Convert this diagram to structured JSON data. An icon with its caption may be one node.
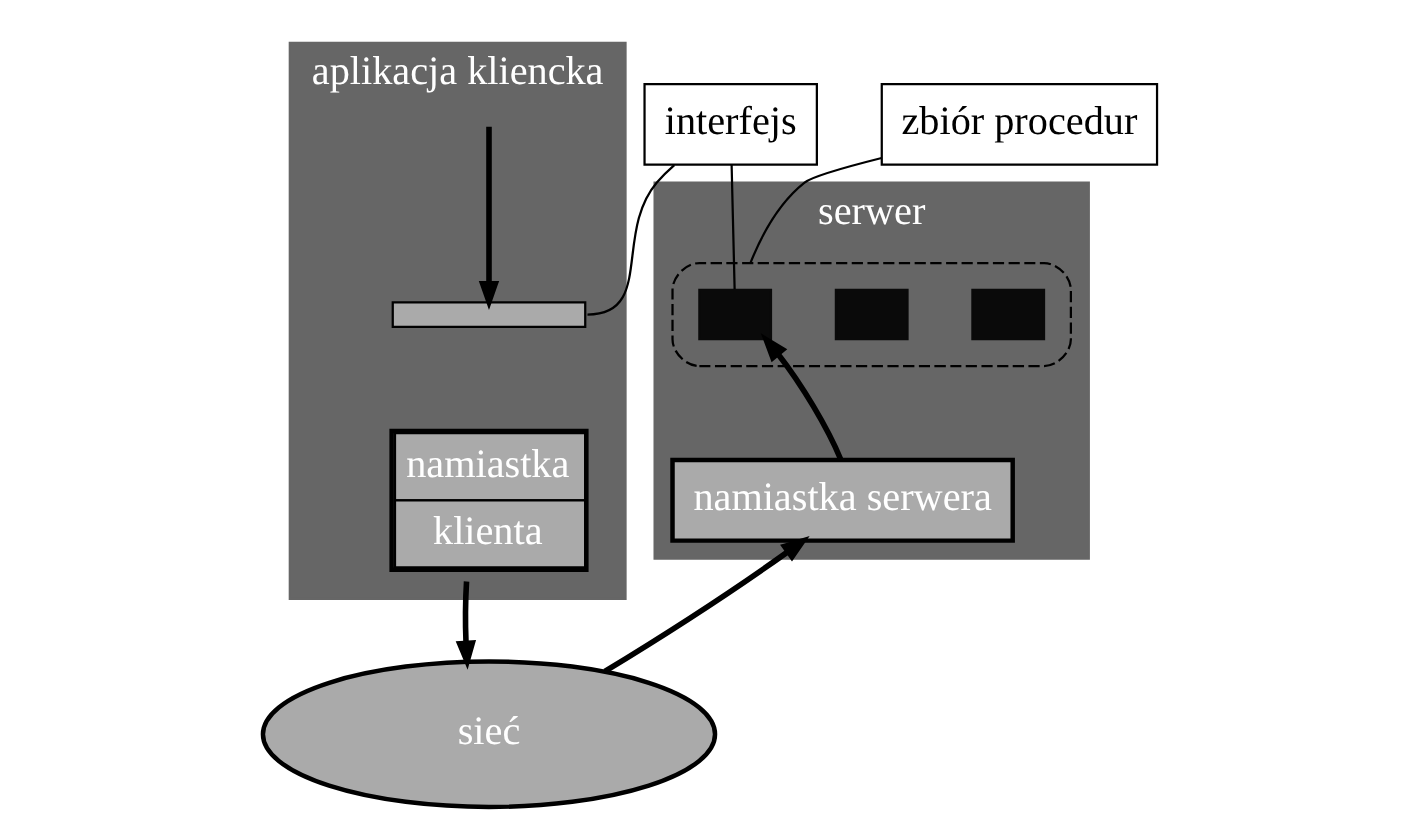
{
  "diagram": {
    "nodes": [
      {
        "text": [
          "aplikacja kliencka"
        ]
      },
      {
        "text": [],
        "shape": "bar",
        "in": 0
      },
      {
        "text": [
          "namiastka",
          "klienta"
        ],
        "in": 0
      },
      {
        "text": [
          "serwer"
        ]
      },
      {
        "text": [],
        "shape": "box",
        "in": 3
      },
      {
        "text": [],
        "shape": "box",
        "in": 4
      },
      {
        "text": [],
        "shape": "box",
        "in": 4
      },
      {
        "text": [],
        "shape": "box",
        "in": 4
      },
      {
        "text": [
          "namiastka serwera"
        ],
        "in": 3
      },
      {
        "text": [
          "sieć"
        ]
      },
      {
        "text": [
          "interfejs"
        ]
      },
      {
        "text": [
          "zbiór procedur"
        ]
      }
    ],
    "edges": [
      {
        "from": null,
        "to": 1,
        "arrow": "to"
      },
      {
        "from": 10,
        "to": 1,
        "arrow": "none"
      },
      {
        "from": 10,
        "to": 5,
        "arrow": "none"
      },
      {
        "from": 11,
        "to": 4,
        "arrow": "none"
      },
      {
        "from": 2,
        "to": 9,
        "arrow": "to"
      },
      {
        "from": 9,
        "to": 8,
        "arrow": "to"
      },
      {
        "from": 8,
        "to": 5,
        "arrow": "to"
      }
    ]
  }
}
